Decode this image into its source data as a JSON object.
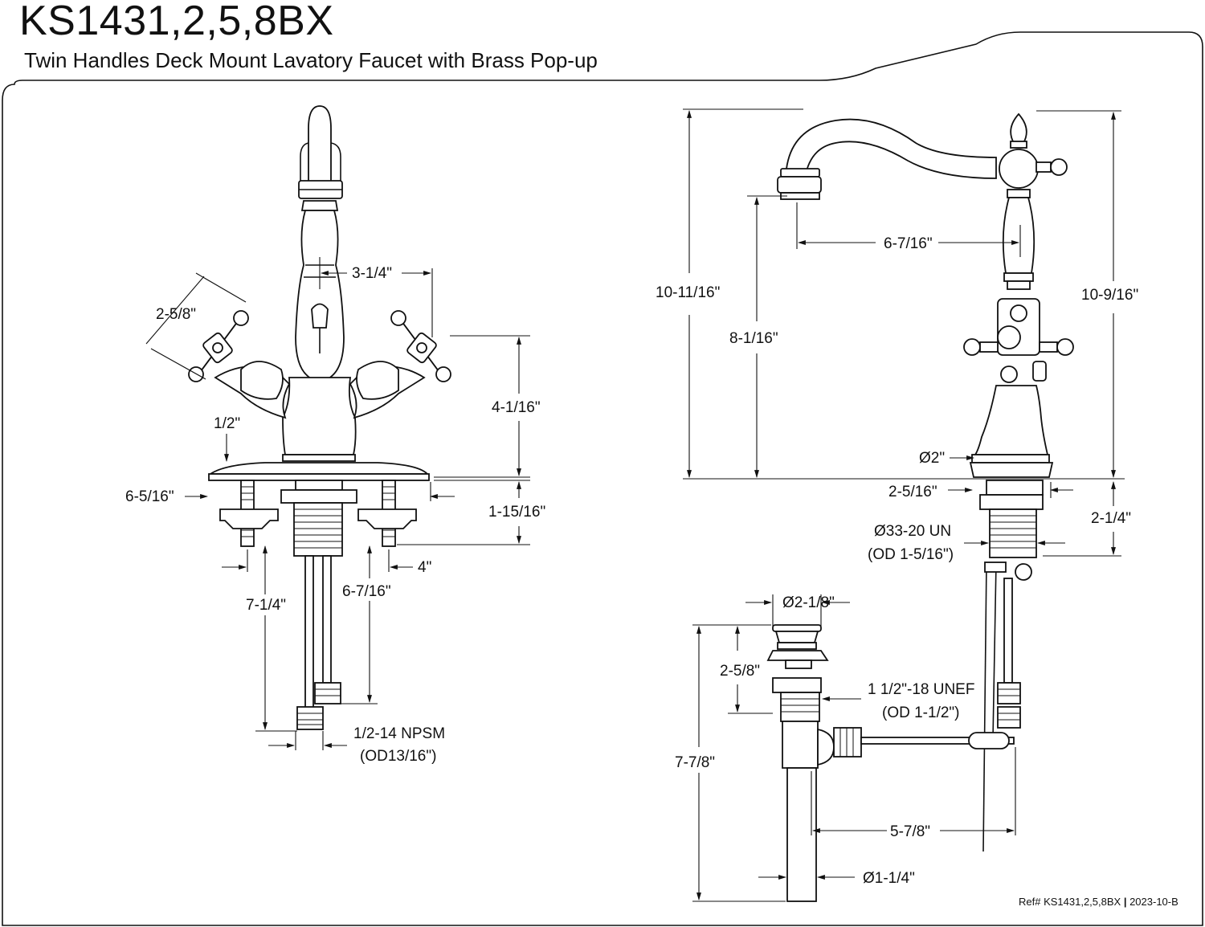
{
  "header": {
    "model": "KS1431,2,5,8BX",
    "description": "Twin Handles Deck Mount Lavatory Faucet with Brass Pop-up"
  },
  "front_view": {
    "handle_length": "2-5/8\"",
    "handle_spread": "3-1/4\"",
    "handle_height": "4-1/16\"",
    "base_height": "1/2\"",
    "base_width": "6-5/16\"",
    "shank_length": "1-15/16\"",
    "inlet_spacing": "4\"",
    "supply_long": "7-1/4\"",
    "supply_short": "6-7/16\"",
    "connection": "1/2-14 NPSM",
    "connection_od": "(OD13/16\")"
  },
  "side_view": {
    "spout_reach": "6-7/16\"",
    "overall_height": "10-11/16\"",
    "spout_height": "8-1/16\"",
    "body_height": "10-9/16\"",
    "base_diameter": "Ø2\"",
    "mount_width": "2-5/16\"",
    "mount_thread": "Ø33-20 UN",
    "mount_thread_od": "(OD 1-5/16\")",
    "mount_length": "2-1/4\""
  },
  "drain": {
    "flange_diameter": "Ø2-1/8\"",
    "flange_height": "2-5/8\"",
    "thread": "1 1/2\"-18 UNEF",
    "thread_od": "(OD 1-1/2\")",
    "overall_length": "7-7/8\"",
    "rod_reach": "5-7/8\"",
    "tailpiece_diameter": "Ø1-1/4\""
  },
  "footer": {
    "reference": "Ref# KS1431,2,5,8BX",
    "revision": "2023-10-B"
  }
}
